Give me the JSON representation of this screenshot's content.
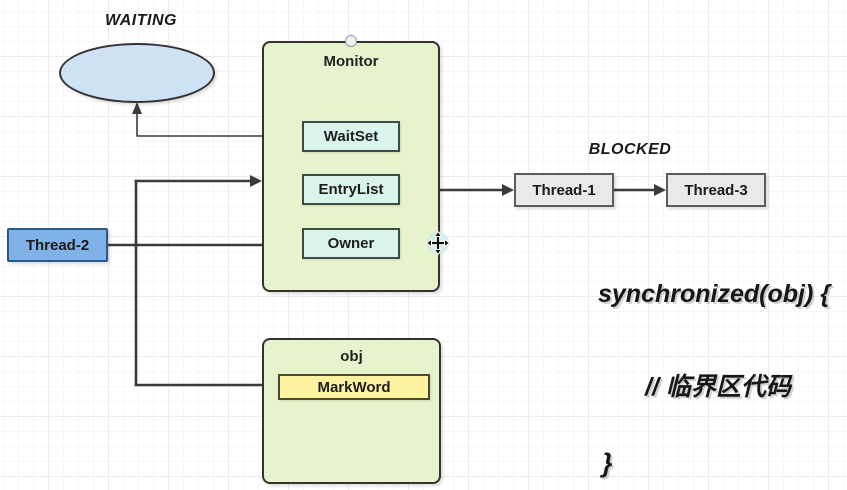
{
  "canvas": {
    "waiting_label": "WAITING",
    "blocked_label": "BLOCKED",
    "monitor": {
      "title": "Monitor",
      "slots": [
        {
          "label": "WaitSet"
        },
        {
          "label": "EntryList"
        },
        {
          "label": "Owner"
        }
      ]
    },
    "object_box": {
      "title": "obj",
      "field_label": "MarkWord"
    },
    "threads": {
      "thread_2": "Thread-2",
      "thread_1": "Thread-1",
      "thread_3": "Thread-3"
    },
    "code_annotation": {
      "line_1": "synchronized(obj) {",
      "line_2": "// 临界区代码",
      "line_3": "}"
    },
    "icons": {
      "move_cursor": "move-cursor-icon",
      "connection_handle": "connection-point-handle"
    },
    "colors": {
      "grid_minor": "#f7f7f7",
      "grid_major": "#ececec",
      "container_fill": "#e7f3cd",
      "container_border": "#333333",
      "slot_fill": "#d9f4ea",
      "slot_border": "#3d4a45",
      "thread2_fill": "#7fb3e8",
      "thread2_border": "#2c5a86",
      "thread_gray_fill": "#e9e9e9",
      "thread_gray_border": "#5c5c5c",
      "markword_fill": "#fdf2a0",
      "markword_border": "#4a4a33",
      "ellipse_fill": "#cfe2f5",
      "ellipse_border": "#333333",
      "connector": "#3b3b3b",
      "text": "#1f1f1f"
    }
  }
}
